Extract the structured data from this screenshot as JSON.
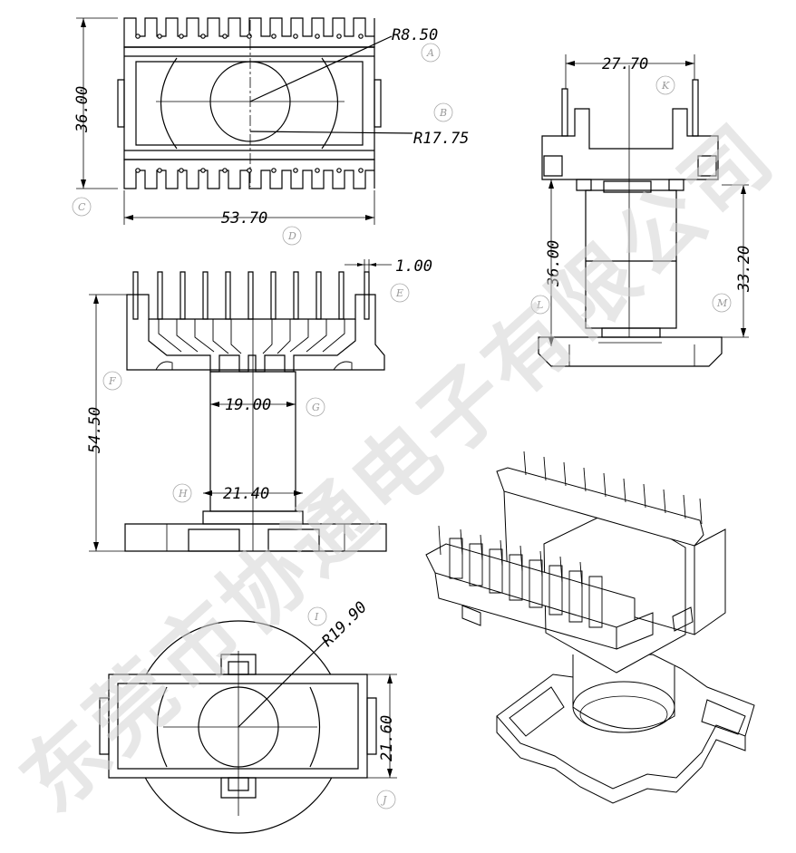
{
  "watermark": [
    "东",
    "莞",
    "市",
    "协",
    "通",
    "电",
    "子",
    "有",
    "限",
    "公",
    "司"
  ],
  "dimensions": {
    "r_small": "R8.50",
    "r_large": "R17.75",
    "height_top": "36.00",
    "width_top": "53.70",
    "width_side": "27.70",
    "height_side": "36.00",
    "height_side2": "33.20",
    "pin_width": "1.00",
    "height_front": "54.50",
    "core_width": "19.00",
    "base_width": "21.40",
    "r_bottom": "R19.90",
    "height_bottom": "21.60"
  },
  "callouts": [
    "A",
    "B",
    "C",
    "D",
    "E",
    "F",
    "G",
    "H",
    "I",
    "J",
    "K",
    "L",
    "M"
  ]
}
